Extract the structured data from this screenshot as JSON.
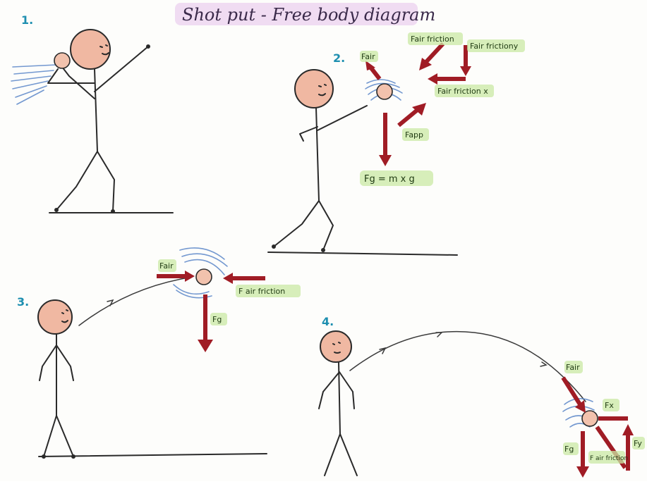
{
  "title": "Shot put - Free body diagram",
  "panels": [
    {
      "number": "1.",
      "labels": []
    },
    {
      "number": "2.",
      "labels": {
        "fair": "Fair",
        "fair_friction_a": "Fair friction",
        "fair_friction_b": "Fair frictiony",
        "fair_friction_x": "Fair friction x",
        "fapp": "Fapp",
        "fg": "Fg = m x g"
      }
    },
    {
      "number": "3.",
      "labels": {
        "fair": "Fair",
        "fair_friction": "F air friction",
        "fg": "Fg"
      }
    },
    {
      "number": "4.",
      "labels": {
        "fair": "Fair",
        "fx": "Fx",
        "fy": "Fy",
        "fg": "Fg",
        "fair_friction": "F air friction"
      }
    }
  ],
  "colors": {
    "force_arrow": "#a01c25",
    "label_highlight": "#c9e8a4",
    "title_highlight": "#ecd3f0",
    "panel_number": "#1e8fb0",
    "motion_lines": "#5a86c8",
    "head_fill": "#f0b8a2"
  }
}
